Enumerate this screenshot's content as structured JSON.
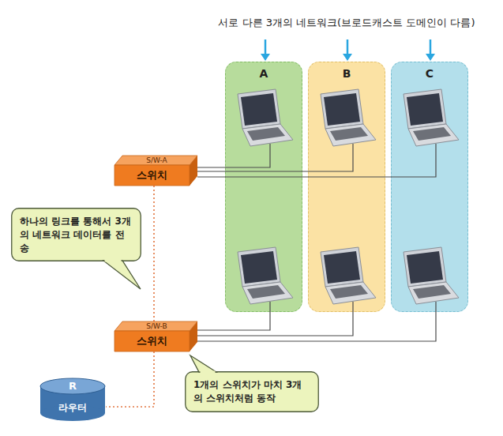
{
  "diagram": {
    "nodes": [
      {
        "text": [
          "A"
        ]
      },
      {
        "text": [
          "B"
        ]
      },
      {
        "text": [
          "C"
        ]
      },
      {
        "text": [
          "S/W-A",
          "스위치"
        ]
      },
      {
        "text": [
          "하나의 링크를 통해서 3개의 네트워크 데이터를 전송"
        ]
      },
      {
        "text": [
          "S/W-B",
          "스위치"
        ]
      },
      {
        "text": [
          "1개의 스위치가 마치 3개의 스위치처럼 동작"
        ]
      },
      {
        "text": [
          "R",
          "라우터"
        ]
      }
    ],
    "edges": [
      {
        "from": 3,
        "to": 5,
        "arrow": "none"
      },
      {
        "from": 5,
        "to": 7,
        "arrow": "none"
      }
    ],
    "labels": [
      "서로 다른 3개의 네트워크(브로드캐스트 도메인이 다름)"
    ]
  }
}
